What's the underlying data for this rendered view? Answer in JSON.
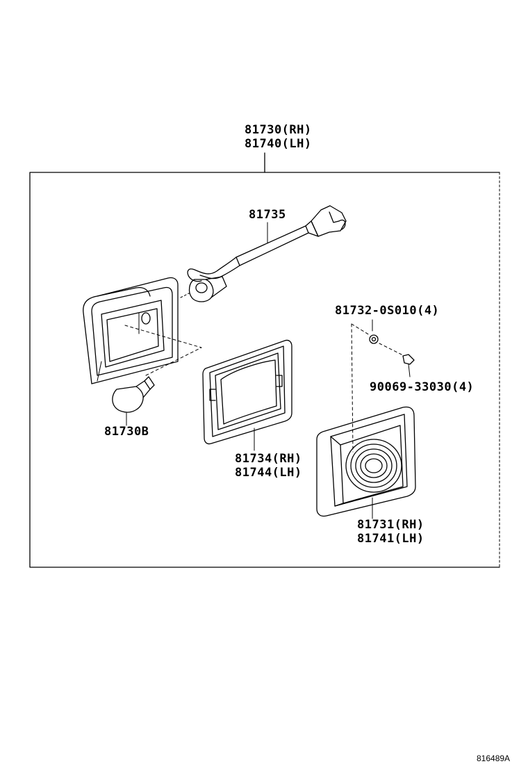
{
  "labels": {
    "assembly_rh": "81730(RH)",
    "assembly_lh": "81740(LH)",
    "wire_harness": "81735",
    "bulb": "81730B",
    "washer": "81732-0S010(4)",
    "screw": "90069-33030(4)",
    "gasket_rh": "81734(RH)",
    "gasket_lh": "81744(LH)",
    "lens_rh": "81731(RH)",
    "lens_lh": "81741(LH)"
  },
  "drawing_number": "816489A"
}
